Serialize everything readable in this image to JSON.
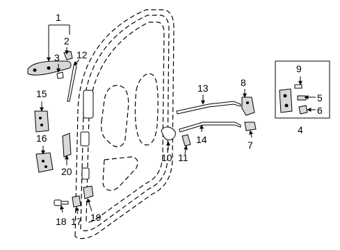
{
  "diagram": {
    "callouts": [
      "1",
      "2",
      "3",
      "12",
      "15",
      "16",
      "20",
      "18",
      "17",
      "19",
      "13",
      "14",
      "10",
      "11",
      "8",
      "7",
      "9",
      "5",
      "6",
      "4"
    ]
  }
}
